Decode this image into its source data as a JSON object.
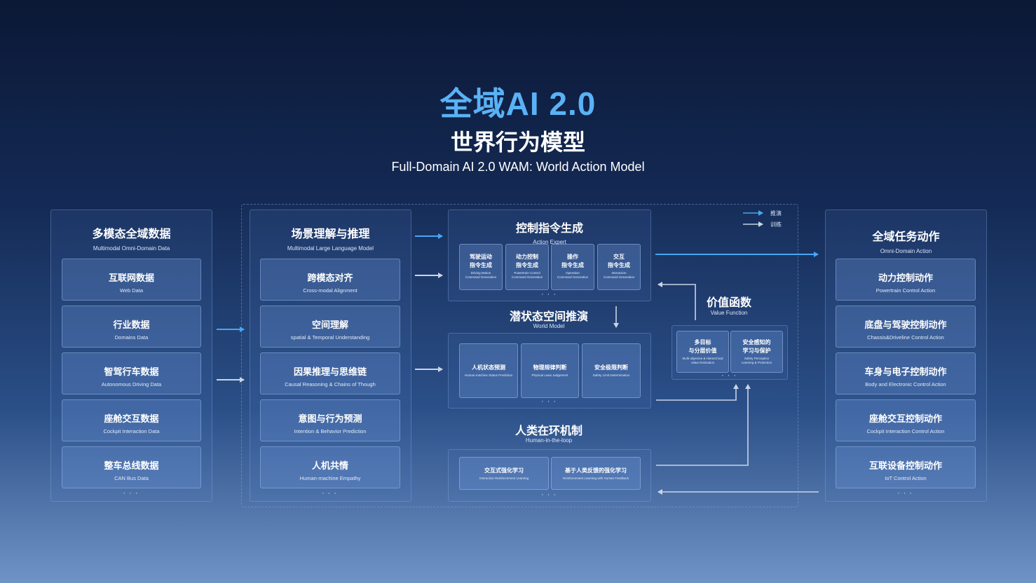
{
  "header": {
    "title": "全域AI 2.0",
    "subtitle": "世界行为模型",
    "english_title": "Full-Domain AI 2.0  WAM: World Action Model"
  },
  "legend": {
    "inference_label": "推演",
    "training_label": "训练",
    "inference_color": "#4aa6f0",
    "training_color": "#c9d4e6"
  },
  "left_column": {
    "title": "多模态全域数据",
    "subtitle": "Multimodal Omni-Domain Data",
    "items": [
      {
        "cn": "互联网数据",
        "en": "Web Data"
      },
      {
        "cn": "行业数据",
        "en": "Domains Data"
      },
      {
        "cn": "智驾行车数据",
        "en": "Autonomous Driving Data"
      },
      {
        "cn": "座舱交互数据",
        "en": "Cockpit Interaction Data"
      },
      {
        "cn": "整车总线数据",
        "en": "CAN Bus Data"
      }
    ],
    "more": "· · ·"
  },
  "scene_column": {
    "title": "场景理解与推理",
    "subtitle": "Multimodal Large Language Model",
    "items": [
      {
        "cn": "跨模态对齐",
        "en": "Cross-modal Alignment"
      },
      {
        "cn": "空间理解",
        "en": "spatial & Temporal Understanding"
      },
      {
        "cn": "因果推理与思维链",
        "en": "Causal Reasoning & Chains of Though"
      },
      {
        "cn": "意图与行为预测",
        "en": "Intention & Behavior Prediction"
      },
      {
        "cn": "人机共情",
        "en": "Human-machine Empathy"
      }
    ],
    "more": "· · ·"
  },
  "action_expert": {
    "title": "控制指令生成",
    "subtitle": "Action Expert",
    "items": [
      {
        "cn": "驾驶运动\n指令生成",
        "en": "Driving Motion\nCommand Generation"
      },
      {
        "cn": "动力控制\n指令生成",
        "en": "Powertrain Control\nCommand Generation"
      },
      {
        "cn": "操作\n指令生成",
        "en": "Operation\nCommand Generation"
      },
      {
        "cn": "交互\n指令生成",
        "en": "Interaction\nCommand Generation"
      }
    ],
    "more": "· · ·"
  },
  "world_model": {
    "title": "潜状态空间推演",
    "subtitle": "World Model",
    "items": [
      {
        "cn": "人机状态预测",
        "en": "Human-machine Status Prediction"
      },
      {
        "cn": "物理规律判断",
        "en": "Physical Laws Judgement"
      },
      {
        "cn": "安全极限判断",
        "en": "Safety Limit Determination"
      }
    ],
    "more": "· · ·"
  },
  "human_loop": {
    "title": "人类在环机制",
    "subtitle": "Human-in-the-loop",
    "items": [
      {
        "cn": "交互式强化学习",
        "en": "Interaction Reinforcement Learning"
      },
      {
        "cn": "基于人类反馈的强化学习",
        "en": "Reinforcement Learning with Human Feedback"
      }
    ],
    "more": "· · ·"
  },
  "value_function": {
    "title": "价值函数",
    "subtitle": "Value Function",
    "items": [
      {
        "cn": "多目标\n与分层价值",
        "en": "Multi-objective & Hierarchical\nValue Estimation"
      },
      {
        "cn": "安全感知的\n学习与保护",
        "en": "Safety Perception\nLearning & Protection"
      }
    ],
    "more": "· · ·"
  },
  "right_column": {
    "title": "全域任务动作",
    "subtitle": "Omni-Domain Action",
    "items": [
      {
        "cn": "动力控制动作",
        "en": "Powertrain Control Action"
      },
      {
        "cn": "底盘与驾驶控制动作",
        "en": "Chassis&Driveline Control Action"
      },
      {
        "cn": "车身与电子控制动作",
        "en": "Body and Electronic Control Action"
      },
      {
        "cn": "座舱交互控制动作",
        "en": "Cockpit Interaction Control Action"
      },
      {
        "cn": "互联设备控制动作",
        "en": "IoT Control Action"
      }
    ],
    "more": "· · ·"
  }
}
